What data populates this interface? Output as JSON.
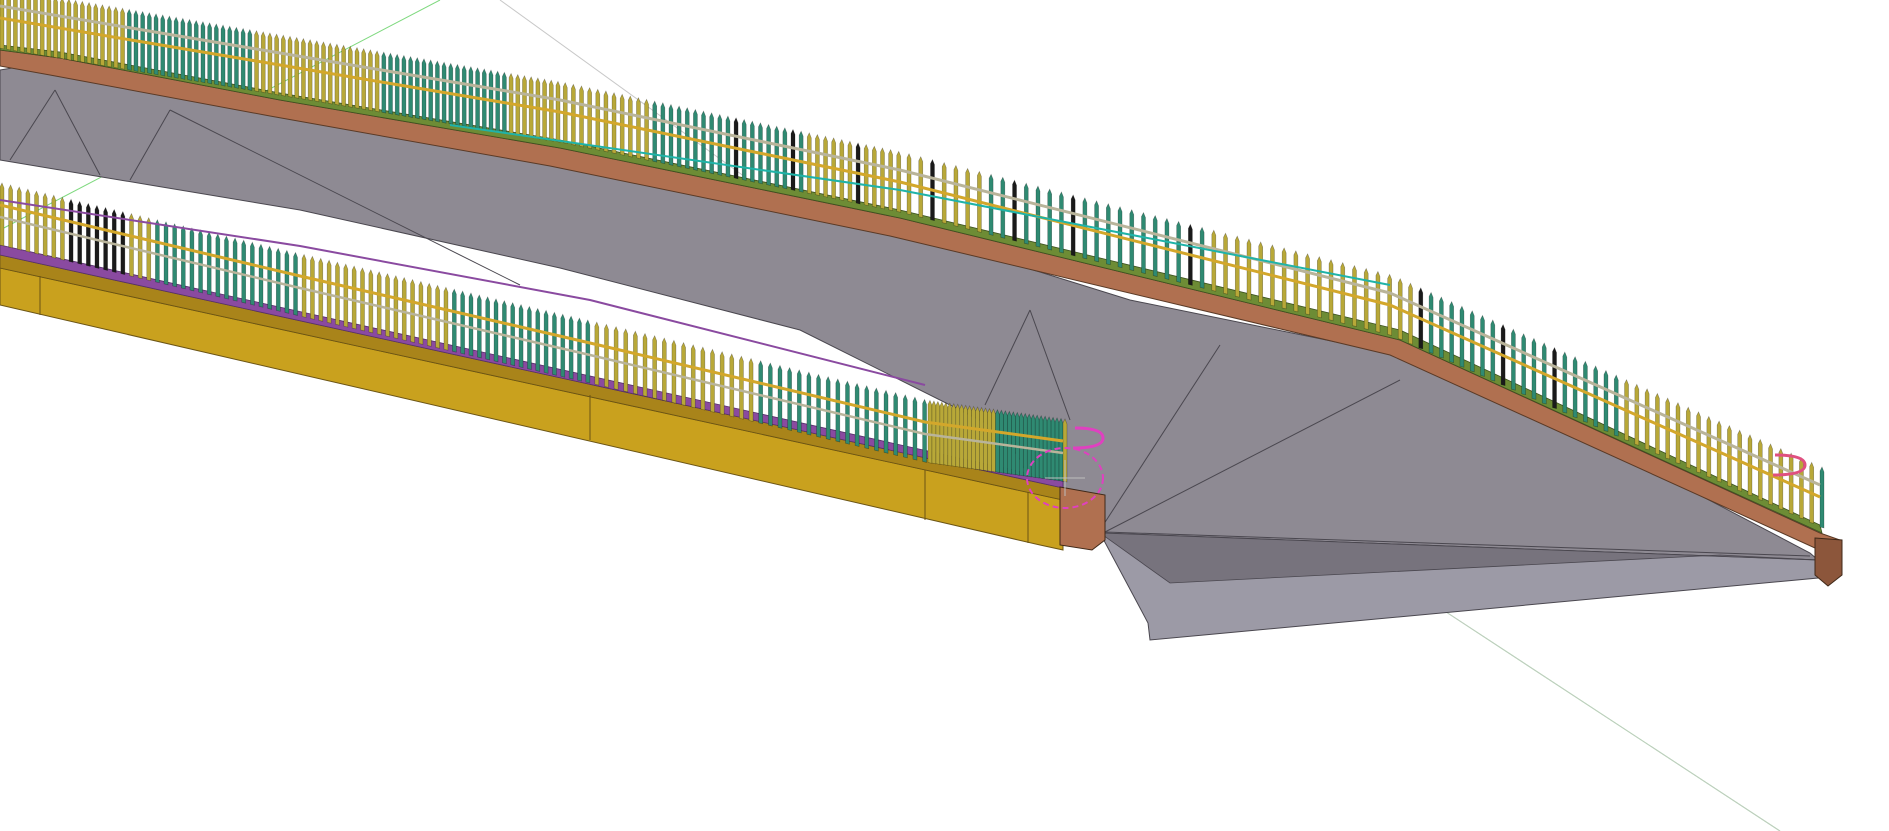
{
  "viewport": {
    "background": "#ffffff",
    "render_mode": "shaded-with-edges"
  },
  "model": {
    "colors": {
      "deck": "#8e8a93",
      "deck_shadow": "#77737d",
      "deck_underside": "#9c9aa6",
      "kerb_timber": "#b07050",
      "kerb_timber_dark": "#8c563b",
      "plinth_yellow": "#c9a11e",
      "plinth_yellow_dark": "#a9841a",
      "grass_strip": "#6d8c35",
      "purple_strip": "#8a4aa0",
      "picket_teal": "#2f8a72",
      "picket_gold": "#b8a838",
      "picket_black": "#1a1a1a",
      "rail_gold": "#d3a72b",
      "rail_cyan": "#1fb3a8",
      "rail_grey": "#b9b49a",
      "selection_magenta": "#e040c0",
      "axis_green": "#7fd97f",
      "axis_grey": "#b9b9b9",
      "edge_line": "#4a474f"
    },
    "elements": {
      "upper_railing": "upper-railing",
      "lower_railing": "lower-railing",
      "ramp_deck": "ramp-deck",
      "lower_plinth": "lower-plinth",
      "upper_kerb": "upper-kerb",
      "selection_marker": "selection-marker"
    }
  }
}
